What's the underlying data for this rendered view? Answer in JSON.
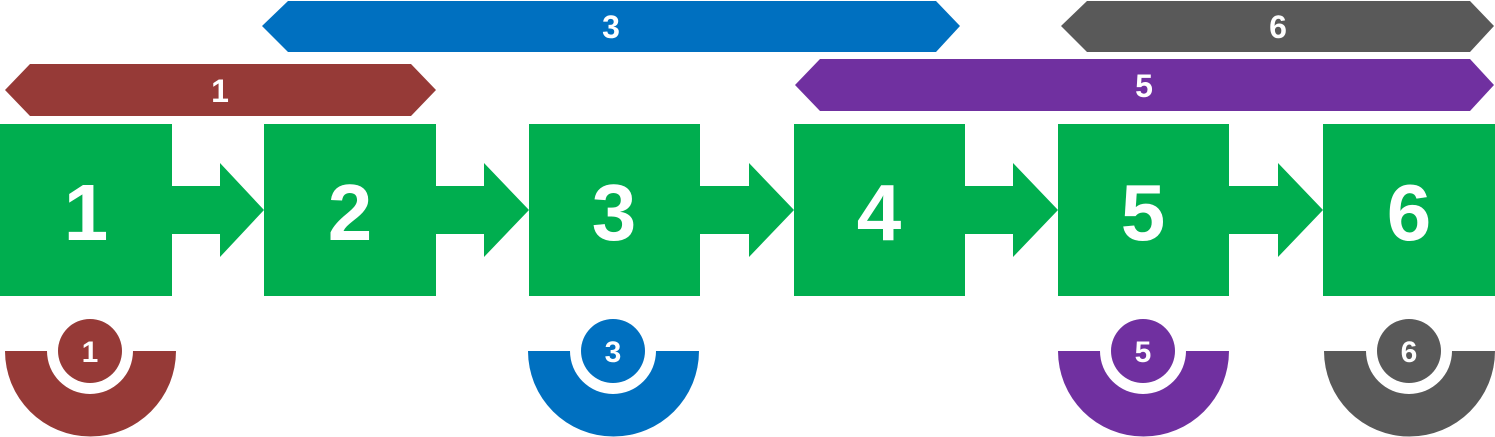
{
  "colors": {
    "step": "#00ae4f",
    "red": "#963a37",
    "blue": "#0070c0",
    "purple": "#7030a0",
    "gray": "#595959",
    "background": "#ffffff"
  },
  "steps": [
    {
      "label": "1"
    },
    {
      "label": "2"
    },
    {
      "label": "3"
    },
    {
      "label": "4"
    },
    {
      "label": "5"
    },
    {
      "label": "6"
    }
  ],
  "banners": [
    {
      "label": "3",
      "color": "#0070c0"
    },
    {
      "label": "6",
      "color": "#595959"
    },
    {
      "label": "1",
      "color": "#963a37"
    },
    {
      "label": "5",
      "color": "#7030a0"
    }
  ],
  "badges": [
    {
      "label": "1",
      "color": "#963a37"
    },
    {
      "label": "3",
      "color": "#0070c0"
    },
    {
      "label": "5",
      "color": "#7030a0"
    },
    {
      "label": "6",
      "color": "#595959"
    }
  ]
}
